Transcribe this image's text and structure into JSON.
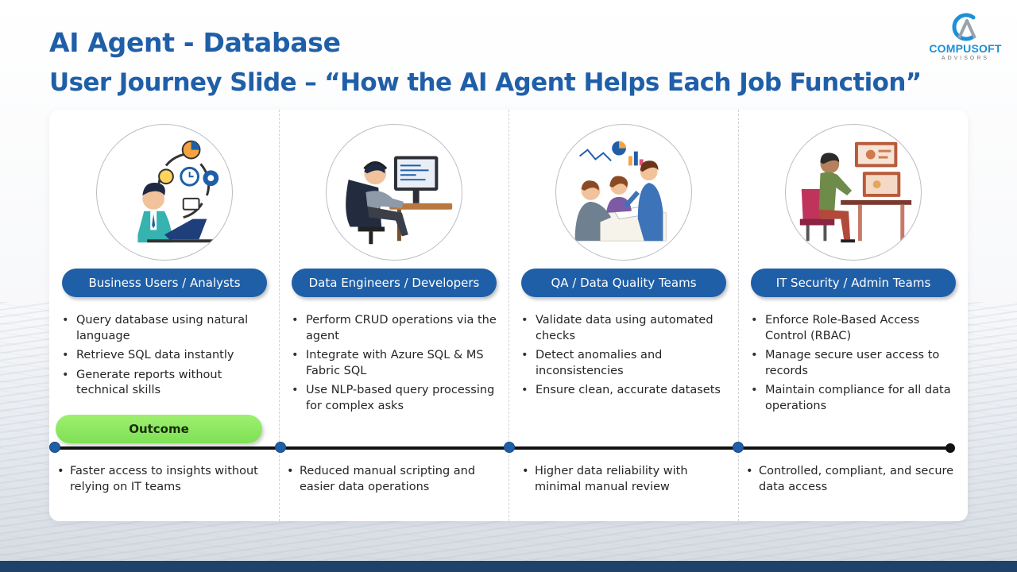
{
  "header": {
    "title": "AI Agent - Database",
    "subtitle": "User Journey Slide – “How the AI Agent Helps Each Job Function”"
  },
  "logo": {
    "name": "COMPUSOFT",
    "tagline": "ADVISORS",
    "colors": {
      "primary": "#1f8fd6",
      "accent": "#9aa3ab"
    }
  },
  "colors": {
    "accent": "#1f5fa8",
    "outcome": "#8ee85f",
    "timeline": "#111111"
  },
  "outcome_label": "Outcome",
  "columns": [
    {
      "role": "Business Users / Analysts",
      "illustration": "analyst-workflow-icon",
      "bullets": [
        "Query database using natural language",
        "Retrieve SQL data instantly",
        "Generate reports without technical skills"
      ],
      "outcome": "Faster access to insights without relying on IT teams"
    },
    {
      "role": "Data Engineers / Developers",
      "illustration": "developer-at-computer-icon",
      "bullets": [
        "Perform CRUD operations via the agent",
        "Integrate with Azure SQL & MS Fabric SQL",
        "Use NLP-based query processing for complex asks"
      ],
      "outcome": "Reduced manual scripting and easier data operations"
    },
    {
      "role": "QA / Data Quality Teams",
      "illustration": "team-review-icon",
      "bullets": [
        "Validate data using automated checks",
        "Detect anomalies and inconsistencies",
        "Ensure clean, accurate datasets"
      ],
      "outcome": "Higher data reliability with minimal manual review"
    },
    {
      "role": "IT Security / Admin Teams",
      "illustration": "admin-workstation-icon",
      "bullets": [
        "Enforce Role-Based Access Control (RBAC)",
        "Manage secure user access to records",
        "Maintain compliance for all data operations"
      ],
      "outcome": "Controlled, compliant, and secure data access"
    }
  ]
}
